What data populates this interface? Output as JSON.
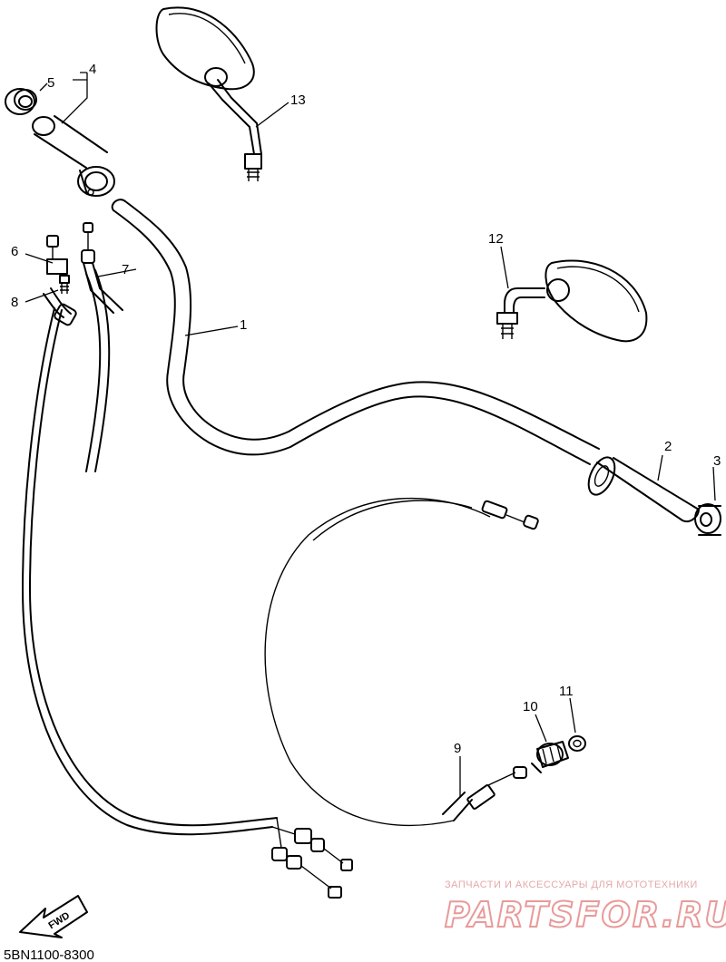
{
  "diagram_code": "5BN1100-8300",
  "callouts": {
    "c1": "1",
    "c2": "2",
    "c3": "3",
    "c4": "4",
    "c5": "5",
    "c6": "6",
    "c7": "7",
    "c8": "8",
    "c9": "9",
    "c10": "10",
    "c11": "11",
    "c12": "12",
    "c13": "13"
  },
  "direction_label": "FWD",
  "watermark": {
    "tagline": "ЗАПЧАСТИ И АКСЕССУАРЫ ДЛЯ МОТОТЕХНИКИ",
    "brand": "PARTSFOR.RU"
  }
}
